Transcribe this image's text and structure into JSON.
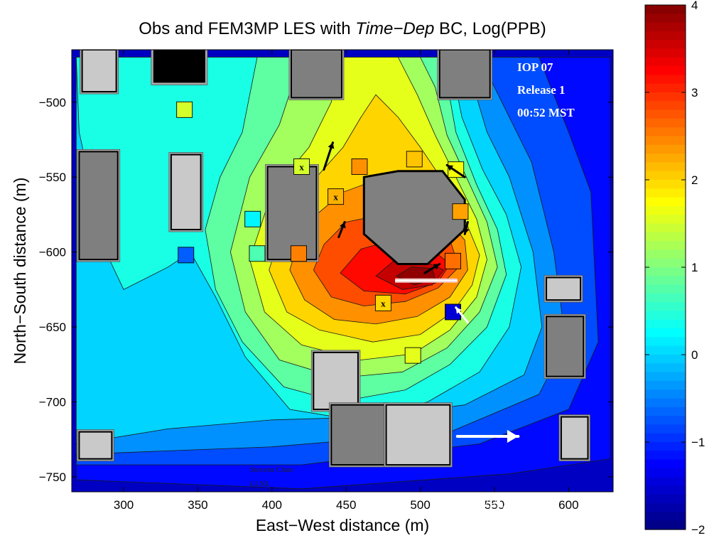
{
  "chart_data": {
    "type": "heatmap",
    "title": {
      "prefix": "Obs and FEM3MP LES with ",
      "italic": "Time−Dep",
      "suffix": " BC, Log(PPB)"
    },
    "xlabel": "East−West distance (m)",
    "ylabel": "North−South distance (m)",
    "xlim": [
      265,
      630
    ],
    "ylim": [
      -760,
      -465
    ],
    "xticks": [
      300,
      350,
      400,
      450,
      500,
      550,
      600
    ],
    "yticks": [
      -500,
      -550,
      -600,
      -650,
      -700,
      -750
    ],
    "colorbar": {
      "min": -2,
      "max": 4,
      "ticks": [
        4,
        3,
        2,
        1,
        0,
        -1,
        -2
      ],
      "colormap": "jet"
    },
    "annotations": {
      "iop": "IOP 07",
      "release": "Release 1",
      "time": "00:52 MST",
      "vel_label": "VEL:",
      "vel_value": "1 m/sec",
      "credit_name": "Stevens Chan",
      "credit_org": "LLNL"
    },
    "plume_source": {
      "x1": 483,
      "x2": 525,
      "y": -619
    },
    "reference_vector": {
      "x1": 525,
      "x2": 566,
      "y": -723
    },
    "contour_levels": [
      {
        "level": -1.6,
        "points": [
          [
            265,
            -760
          ],
          [
            630,
            -760
          ],
          [
            630,
            -465
          ],
          [
            265,
            -465
          ]
        ]
      },
      {
        "level": -1.2,
        "points": [
          [
            268,
            -752
          ],
          [
            420,
            -758
          ],
          [
            560,
            -748
          ],
          [
            628,
            -738
          ],
          [
            628,
            -470
          ],
          [
            268,
            -470
          ]
        ]
      },
      {
        "level": -0.8,
        "points": [
          [
            268,
            -742
          ],
          [
            420,
            -742
          ],
          [
            540,
            -728
          ],
          [
            600,
            -705
          ],
          [
            620,
            -660
          ],
          [
            615,
            -560
          ],
          [
            600,
            -520
          ],
          [
            580,
            -470
          ],
          [
            268,
            -470
          ]
        ]
      },
      {
        "level": -0.4,
        "points": [
          [
            268,
            -735
          ],
          [
            400,
            -730
          ],
          [
            520,
            -720
          ],
          [
            580,
            -695
          ],
          [
            598,
            -660
          ],
          [
            590,
            -600
          ],
          [
            575,
            -540
          ],
          [
            555,
            -500
          ],
          [
            540,
            -470
          ],
          [
            268,
            -470
          ]
        ]
      },
      {
        "level": 0.0,
        "points": [
          [
            268,
            -728
          ],
          [
            330,
            -718
          ],
          [
            400,
            -712
          ],
          [
            470,
            -710
          ],
          [
            530,
            -702
          ],
          [
            570,
            -682
          ],
          [
            582,
            -650
          ],
          [
            576,
            -600
          ],
          [
            560,
            -550
          ],
          [
            545,
            -520
          ],
          [
            530,
            -470
          ],
          [
            268,
            -470
          ]
        ]
      },
      {
        "level": 0.4,
        "points": [
          [
            300,
            -625
          ],
          [
            330,
            -610
          ],
          [
            345,
            -600
          ],
          [
            362,
            -630
          ],
          [
            382,
            -670
          ],
          [
            412,
            -705
          ],
          [
            455,
            -712
          ],
          [
            505,
            -700
          ],
          [
            540,
            -680
          ],
          [
            560,
            -650
          ],
          [
            568,
            -610
          ],
          [
            558,
            -575
          ],
          [
            542,
            -545
          ],
          [
            528,
            -510
          ],
          [
            520,
            -470
          ],
          [
            268,
            -470
          ],
          [
            270,
            -520
          ],
          [
            288,
            -600
          ]
        ]
      },
      {
        "level": 0.8,
        "points": [
          [
            355,
            -585
          ],
          [
            362,
            -625
          ],
          [
            380,
            -660
          ],
          [
            408,
            -690
          ],
          [
            445,
            -700
          ],
          [
            490,
            -692
          ],
          [
            520,
            -675
          ],
          [
            545,
            -650
          ],
          [
            558,
            -615
          ],
          [
            552,
            -585
          ],
          [
            538,
            -555
          ],
          [
            524,
            -520
          ],
          [
            515,
            -470
          ],
          [
            390,
            -470
          ],
          [
            380,
            -520
          ],
          [
            365,
            -550
          ]
        ]
      },
      {
        "level": 1.2,
        "points": [
          [
            372,
            -600
          ],
          [
            382,
            -640
          ],
          [
            405,
            -672
          ],
          [
            445,
            -684
          ],
          [
            488,
            -680
          ],
          [
            518,
            -664
          ],
          [
            540,
            -640
          ],
          [
            552,
            -610
          ],
          [
            545,
            -580
          ],
          [
            532,
            -552
          ],
          [
            518,
            -522
          ],
          [
            510,
            -490
          ],
          [
            500,
            -470
          ],
          [
            420,
            -470
          ],
          [
            405,
            -515
          ],
          [
            385,
            -550
          ]
        ]
      },
      {
        "level": 1.6,
        "points": [
          [
            385,
            -605
          ],
          [
            395,
            -640
          ],
          [
            420,
            -662
          ],
          [
            460,
            -672
          ],
          [
            495,
            -668
          ],
          [
            520,
            -652
          ],
          [
            538,
            -630
          ],
          [
            545,
            -605
          ],
          [
            538,
            -578
          ],
          [
            525,
            -552
          ],
          [
            510,
            -522
          ],
          [
            498,
            -495
          ],
          [
            485,
            -470
          ],
          [
            445,
            -470
          ],
          [
            440,
            -500
          ],
          [
            425,
            -530
          ],
          [
            400,
            -560
          ]
        ]
      },
      {
        "level": 2.0,
        "points": [
          [
            398,
            -612
          ],
          [
            410,
            -640
          ],
          [
            432,
            -652
          ],
          [
            468,
            -660
          ],
          [
            500,
            -655
          ],
          [
            522,
            -640
          ],
          [
            535,
            -622
          ],
          [
            540,
            -602
          ],
          [
            530,
            -578
          ],
          [
            515,
            -552
          ],
          [
            500,
            -530
          ],
          [
            485,
            -510
          ],
          [
            470,
            -495
          ],
          [
            460,
            -510
          ],
          [
            448,
            -530
          ],
          [
            430,
            -550
          ],
          [
            410,
            -575
          ]
        ]
      },
      {
        "level": 2.4,
        "points": [
          [
            412,
            -612
          ],
          [
            422,
            -632
          ],
          [
            442,
            -645
          ],
          [
            470,
            -648
          ],
          [
            498,
            -643
          ],
          [
            520,
            -630
          ],
          [
            532,
            -612
          ],
          [
            530,
            -592
          ],
          [
            515,
            -575
          ],
          [
            495,
            -560
          ],
          [
            470,
            -552
          ],
          [
            448,
            -560
          ],
          [
            430,
            -575
          ],
          [
            418,
            -592
          ]
        ]
      },
      {
        "level": 2.8,
        "points": [
          [
            428,
            -612
          ],
          [
            440,
            -630
          ],
          [
            462,
            -636
          ],
          [
            490,
            -633
          ],
          [
            512,
            -624
          ],
          [
            526,
            -610
          ],
          [
            520,
            -592
          ],
          [
            500,
            -580
          ],
          [
            475,
            -575
          ],
          [
            450,
            -580
          ],
          [
            435,
            -595
          ]
        ]
      },
      {
        "level": 3.2,
        "points": [
          [
            446,
            -614
          ],
          [
            462,
            -626
          ],
          [
            490,
            -628
          ],
          [
            512,
            -620
          ],
          [
            520,
            -608
          ],
          [
            505,
            -596
          ],
          [
            482,
            -592
          ],
          [
            460,
            -598
          ]
        ]
      },
      {
        "level": 3.6,
        "points": [
          [
            470,
            -616
          ],
          [
            488,
            -625
          ],
          [
            508,
            -622
          ],
          [
            516,
            -612
          ],
          [
            500,
            -605
          ],
          [
            482,
            -606
          ]
        ]
      },
      {
        "level": 3.9,
        "points": [
          [
            484,
            -616
          ],
          [
            496,
            -622
          ],
          [
            510,
            -618
          ],
          [
            508,
            -611
          ],
          [
            494,
            -610
          ]
        ]
      }
    ],
    "buildings": [
      {
        "shade": "light",
        "x1": 272,
        "x2": 295,
        "y1": -493,
        "y2": -465
      },
      {
        "shade": "dark",
        "x1": 270,
        "x2": 296,
        "y1": -605,
        "y2": -533
      },
      {
        "shade": "light",
        "x1": 332,
        "x2": 352,
        "y1": -585,
        "y2": -535
      },
      {
        "shade": "dark",
        "x1": 397,
        "x2": 430,
        "y1": -605,
        "y2": -543
      },
      {
        "shade": "dark",
        "x1": 413,
        "x2": 447,
        "y1": -497,
        "y2": -465
      },
      {
        "shade": "dark",
        "x1": 513,
        "x2": 547,
        "y1": -497,
        "y2": -465
      },
      {
        "shade": "black",
        "x1": 320,
        "x2": 355,
        "y1": -487,
        "y2": -465
      },
      {
        "shade": "light",
        "x1": 585,
        "x2": 608,
        "y1": -632,
        "y2": -617
      },
      {
        "shade": "dark",
        "x1": 585,
        "x2": 610,
        "y1": -683,
        "y2": -643
      },
      {
        "shade": "light",
        "x1": 428,
        "x2": 458,
        "y1": -705,
        "y2": -667
      },
      {
        "shade": "dark",
        "x1": 440,
        "x2": 477,
        "y1": -742,
        "y2": -702
      },
      {
        "shade": "light",
        "x1": 477,
        "x2": 520,
        "y1": -742,
        "y2": -702
      },
      {
        "shade": "light",
        "x1": 595,
        "x2": 613,
        "y1": -738,
        "y2": -710
      },
      {
        "shade": "light",
        "x1": 270,
        "x2": 292,
        "y1": -738,
        "y2": -720
      }
    ],
    "main_building": [
      [
        462,
        -550
      ],
      [
        485,
        -546
      ],
      [
        515,
        -546
      ],
      [
        530,
        -565
      ],
      [
        530,
        -585
      ],
      [
        505,
        -608
      ],
      [
        485,
        -608
      ],
      [
        462,
        -588
      ]
    ],
    "observations": [
      {
        "x": 341,
        "y": -505,
        "v": 1.5
      },
      {
        "x": 387,
        "y": -578,
        "v": 0.2
      },
      {
        "x": 342,
        "y": -602,
        "v": -0.7
      },
      {
        "x": 390,
        "y": -601,
        "v": 0.7
      },
      {
        "x": 420,
        "y": -543,
        "v": 1.5,
        "mark": true
      },
      {
        "x": 443,
        "y": -563,
        "v": 2.2,
        "mark": true
      },
      {
        "x": 418,
        "y": -601,
        "v": 2.5
      },
      {
        "x": 459,
        "y": -543,
        "v": 2.4
      },
      {
        "x": 496,
        "y": -538,
        "v": 2.1
      },
      {
        "x": 524,
        "y": -545,
        "v": 1.7
      },
      {
        "x": 527,
        "y": -573,
        "v": 2.3
      },
      {
        "x": 522,
        "y": -606,
        "v": 2.6
      },
      {
        "x": 475,
        "y": -634,
        "v": 2.0,
        "mark": true
      },
      {
        "x": 522,
        "y": -640,
        "v": -1.5
      },
      {
        "x": 495,
        "y": -669,
        "v": 1.6
      }
    ],
    "wind_arrows": [
      {
        "x": 435,
        "y": -545,
        "dx": 6,
        "dy": 18,
        "color": "black"
      },
      {
        "x": 445,
        "y": -590,
        "dx": 4,
        "dy": 10,
        "color": "black"
      },
      {
        "x": 503,
        "y": -614,
        "dx": 10,
        "dy": 6,
        "color": "black"
      },
      {
        "x": 530,
        "y": -550,
        "dx": -12,
        "dy": 8,
        "color": "black"
      },
      {
        "x": 532,
        "y": -580,
        "dx": -2,
        "dy": -8,
        "color": "black"
      },
      {
        "x": 532,
        "y": -647,
        "dx": -8,
        "dy": 10,
        "color": "white"
      }
    ]
  }
}
